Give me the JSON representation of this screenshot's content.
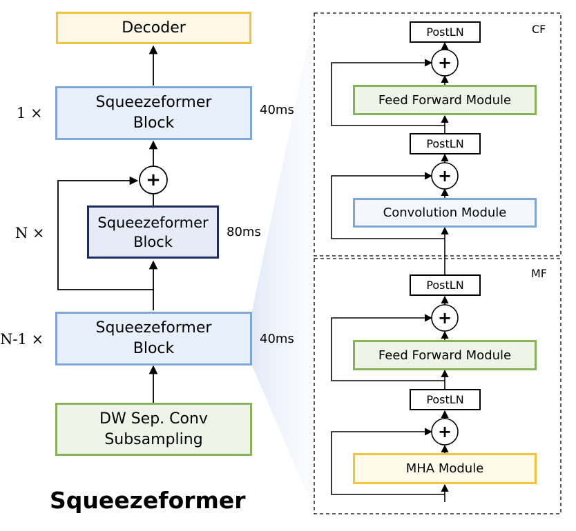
{
  "left": {
    "decoder": "Decoder",
    "top_block": [
      "Squeezeformer",
      "Block"
    ],
    "mid_block": [
      "Squeezeformer",
      "Block"
    ],
    "bottom_block": [
      "Squeezeformer",
      "Block"
    ],
    "subsampling": [
      "DW Sep. Conv",
      "Subsampling"
    ],
    "top_repeat": "1 ×",
    "mid_repeat": "N ×",
    "bottom_repeat": "N-1 ×",
    "top_latency": "40ms",
    "mid_latency": "80ms",
    "bottom_latency": "40ms",
    "title": "Squeezeformer"
  },
  "right": {
    "cf_label": "CF",
    "mf_label": "MF",
    "postln": "PostLN",
    "ffm": "Feed Forward Module",
    "conv": "Convolution Module",
    "mha": "MHA Module",
    "plus": "+"
  },
  "colors": {
    "yellow_border": "#f5c33b",
    "yellow_fill": "#fff8e6",
    "blue_border": "#7ea6db",
    "blue_fill": "#e8f0fb",
    "navy_border": "#1d2b5e",
    "navy_fill": "#e6ecf7",
    "green_border": "#86b25a",
    "green_fill": "#eef5e8"
  }
}
